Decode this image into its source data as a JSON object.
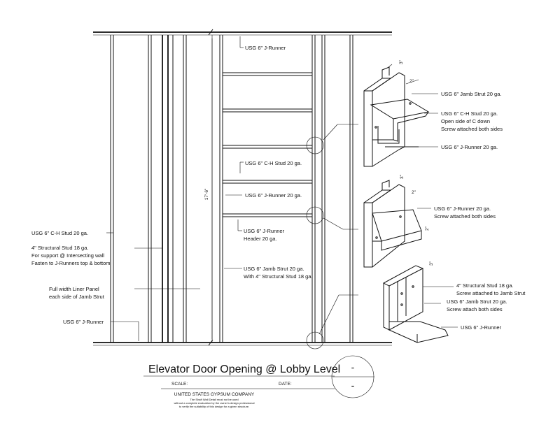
{
  "title": "Elevator Door Opening @ Lobby Level",
  "scale_label": "SCALE:",
  "date_label": "DATE:",
  "detail_number": "-",
  "sheet_number": "-",
  "company": "UNITED STATES GYPSUM COMPANY",
  "disclaimer": [
    "The Shaft Wall Detail must not be used",
    "without a complete evaluation by the owner's design professional",
    "to verify the suitability of this design for a given structure."
  ],
  "dimension_height": "17'-6\"",
  "elevation_callouts": {
    "top_runner": "USG 6\" J-Runner",
    "ch_stud_mid": "USG 6\" C-H Stud 20 ga.",
    "j_runner_mid": "USG 6\" J-Runner 20 ga.",
    "header": [
      "USG 6\" J-Runner",
      "Header 20 ga."
    ],
    "jamb_strut": [
      "USG 6\" Jamb Strut 20 ga.",
      "With 4\" Structural Stud 18 ga."
    ],
    "ch_stud_left": "USG 6\" C-H Stud 20 ga.",
    "structural_stud": [
      "4\" Structural Stud 18 ga.",
      "For support @ Intersecting wall",
      "Fasten to J-Runners top & bottom"
    ],
    "liner_panel": [
      "Full width Liner Panel",
      "each side of Jamb Strut"
    ],
    "bottom_runner": "USG 6\" J-Runner"
  },
  "detail_callouts": {
    "d1_jamb": "USG 6\" Jamb Strut 20 ga.",
    "d1_ch": [
      "USG 6\" C-H Stud 20 ga.",
      "Open side of C down",
      "Screw attached both sides"
    ],
    "d1_runner": "USG 6\" J-Runner 20 ga.",
    "d2_runner": [
      "USG 6\" J-Runner 20 ga.",
      "Screw attached both sides"
    ],
    "d3_stud": [
      "4\" Structural Stud 18 ga.",
      "Screw attached to Jamb Strut"
    ],
    "d3_jamb": [
      "USG 6\" Jamb Strut 20 ga.",
      "Screw attach both sides"
    ],
    "d3_runner": "USG 6\" J-Runner"
  },
  "dim_marks": {
    "d1_a": "3\"",
    "d1_b": "2\"",
    "d2_a": "3\"",
    "d2_b": "2\"",
    "d2_c": "2\"",
    "d3_a": "3\""
  }
}
